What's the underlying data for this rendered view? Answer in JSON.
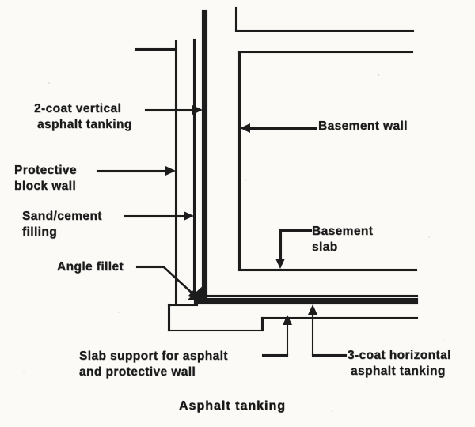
{
  "diagram": {
    "caption": "Asphalt tanking",
    "labels": {
      "vertical_tanking": {
        "line1": "2-coat vertical",
        "line2": "asphalt tanking"
      },
      "basement_wall": "Basement wall",
      "protective_wall": {
        "line1": "Protective",
        "line2": "block wall"
      },
      "sand_cement": {
        "line1": "Sand/cement",
        "line2": "filling"
      },
      "angle_fillet": "Angle fillet",
      "basement_slab": {
        "line1": "Basement",
        "line2": "slab"
      },
      "slab_support": {
        "line1": "Slab support for asphalt",
        "line2": "and protective wall"
      },
      "horizontal_tanking": {
        "line1": "3-coat horizontal",
        "line2": "asphalt tanking"
      }
    },
    "colors": {
      "ink": "#1c1c1c",
      "paper": "#fbfaf7"
    }
  }
}
